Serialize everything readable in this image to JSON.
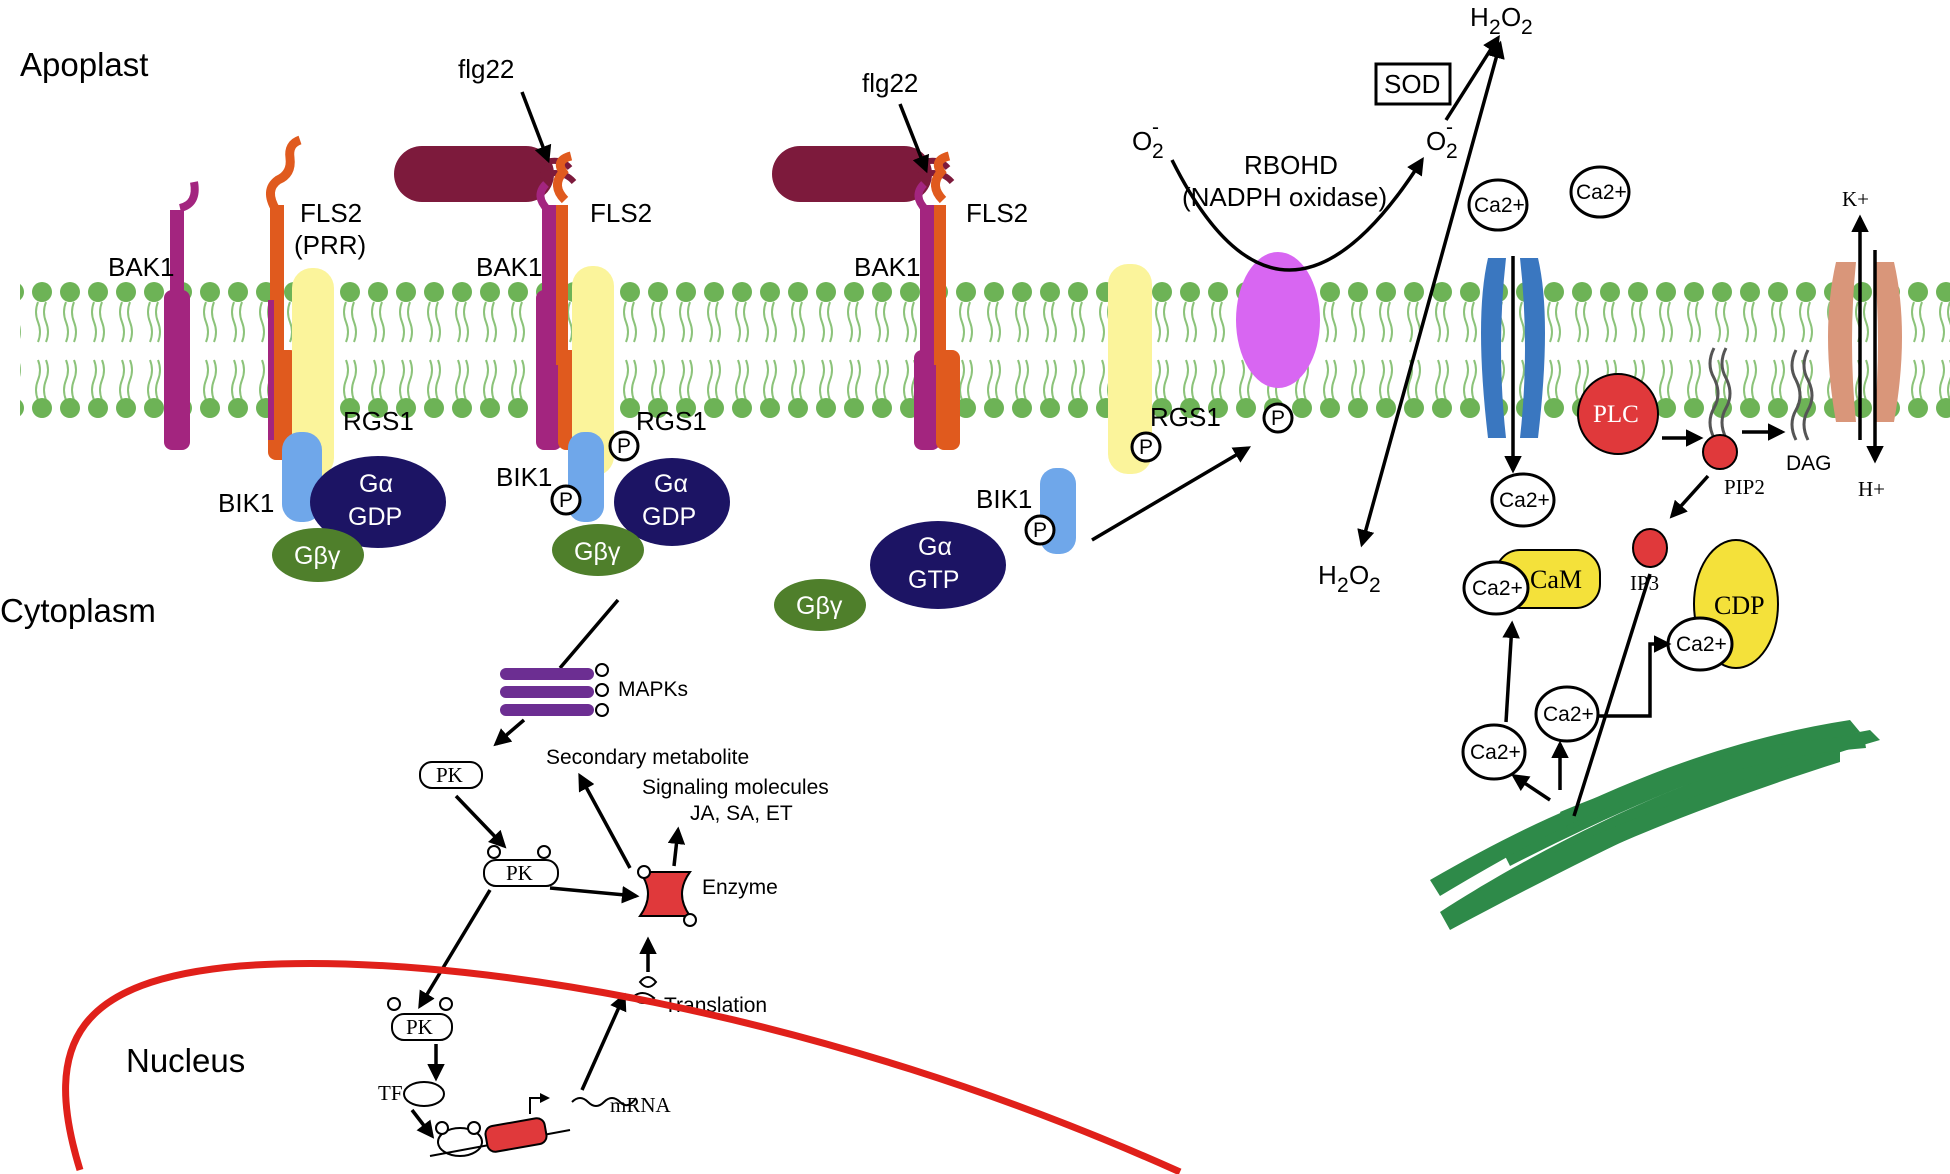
{
  "regions": {
    "apoplast": "Apoplast",
    "cytoplasm": "Cytoplasm",
    "nucleus": "Nucleus"
  },
  "labels": {
    "flg22_a": "flg22",
    "flg22_b": "flg22",
    "fls2_prr_a": "FLS2",
    "fls2_prr_b": "(PRR)",
    "fls2_b": "FLS2",
    "fls2_c": "FLS2",
    "bak1_a": "BAK1",
    "bak1_b": "BAK1",
    "bak1_c": "BAK1",
    "rgs1_a": "RGS1",
    "rgs1_b": "RGS1",
    "rgs1_c": "RGS1",
    "bik1_a": "BIK1",
    "bik1_b": "BIK1",
    "bik1_c": "BIK1",
    "ga": "Gα",
    "gdp": "GDP",
    "gtp": "GTP",
    "gbg": "Gβγ",
    "p": "P",
    "rbohd_a": "RBOHD",
    "rbohd_b": "(NADPH oxidase)",
    "o2": "O",
    "o2_sub": "2",
    "o2_sup": "-",
    "h": "H",
    "two": "2",
    "o": "O",
    "sod": "SOD",
    "ca": "Ca2+",
    "k": "K+",
    "hplus": "H+",
    "plc": "PLC",
    "pip2": "PIP2",
    "dag": "DAG",
    "ip3": "IP3",
    "cam": "CaM",
    "cdp": "CDP",
    "mapks": "MAPKs",
    "pk": "PK",
    "secondary": "Secondary metabolite",
    "signaling": "Signaling molecules",
    "ja": "JA, SA, ET",
    "enzyme": "Enzyme",
    "translation": "Translation",
    "tf": "TF",
    "mrna": "mRNA"
  },
  "colors": {
    "membrane": "#6db356",
    "bak1": "#a3257f",
    "fls2": "#e05a1e",
    "rgs1": "#fbf49b",
    "bik1": "#6fa7ea",
    "galpha": "#1c1464",
    "gbg": "#4f7f2b",
    "flg22": "#7d1a3c",
    "rbohd": "#d866f2",
    "ca_channel": "#3a77c0",
    "kh_channel": "#d9967a",
    "plc": "#e0393b",
    "cam": "#f4e13a",
    "er": "#2e8a49",
    "nucleus": "#e0201a",
    "mapk": "#6c2e92"
  }
}
